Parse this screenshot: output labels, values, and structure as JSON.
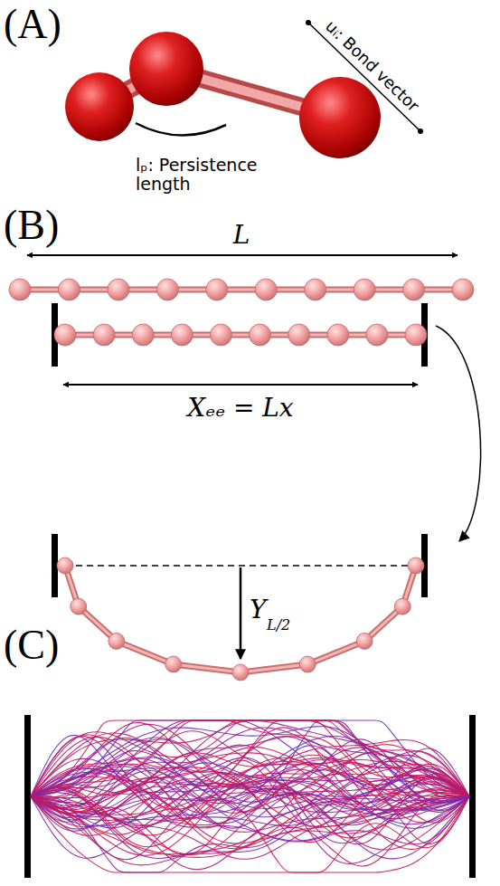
{
  "diagram": {
    "labels": [
      "(A)",
      "uᵢ: Bond vector",
      "lₚ: Persistence length",
      "(B)",
      "L",
      "Xₑₑ = Lx",
      "Y",
      "L/2",
      "(C)"
    ]
  }
}
